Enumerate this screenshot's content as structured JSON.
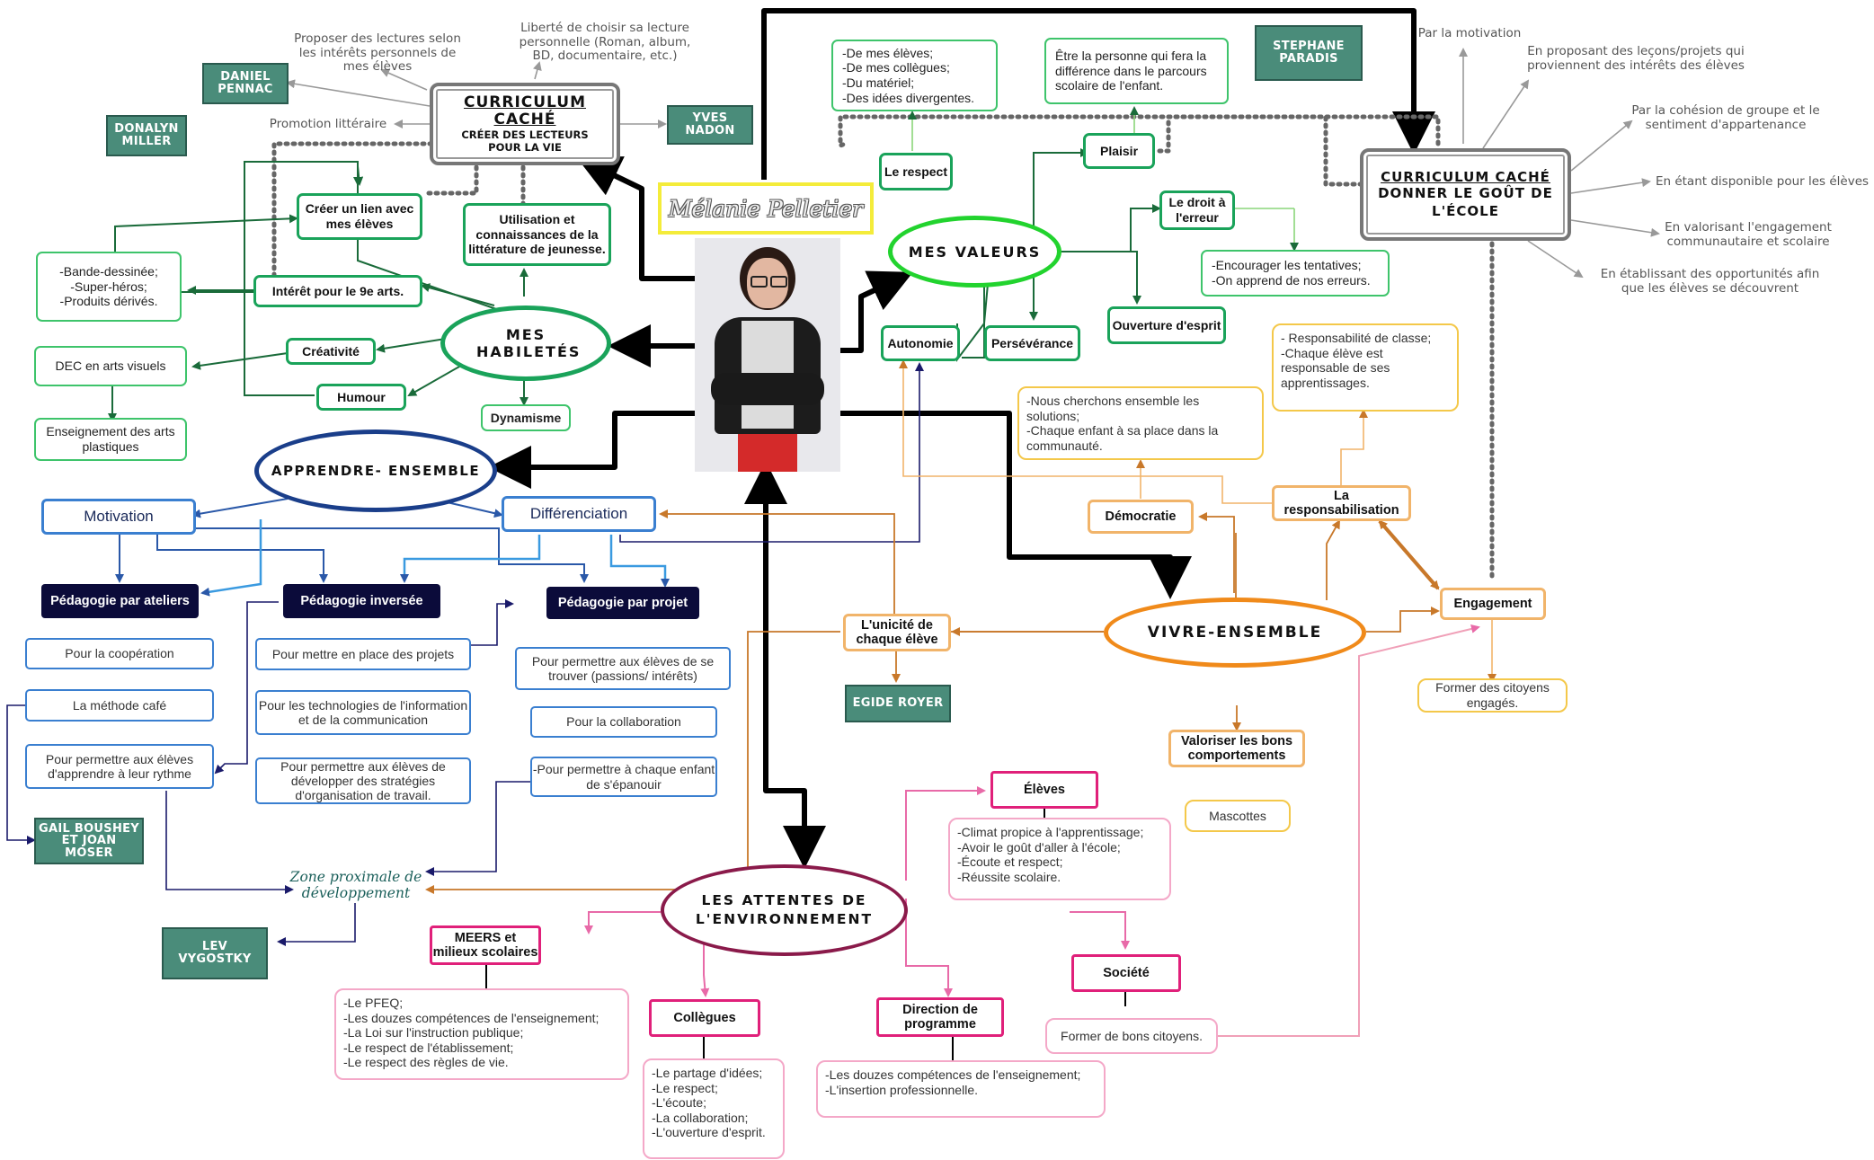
{
  "center": {
    "name": "Mélanie Pelletier"
  },
  "curriculum_cache_1": {
    "title": "CURRICULUM CACHÉ",
    "subtitle": "CRÉER DES LECTEURS POUR LA VIE"
  },
  "curriculum_cache_2": {
    "title": "CURRICULUM CACHÉ",
    "subtitle": "DONNER LE GOÛT DE L'ÉCOLE"
  },
  "labels_top_left": {
    "proposer": "Proposer des lectures selon les intérêts personnels de mes élèves",
    "liberte": "Liberté de choisir sa lecture personnelle (Roman, album, BD, documentaire, etc.)",
    "promotion": "Promotion littéraire"
  },
  "authors": {
    "daniel": "DANIEL PENNAC",
    "donalyn": "DONALYN MILLER",
    "yves": "YVES NADON",
    "stephane": "STEPHANE PARADIS",
    "egide": "EGIDE ROYER",
    "gail": "GAIL BOUSHEY ET JOAN MOSER",
    "lev": "LEV VYGOSTKY"
  },
  "habiletes": {
    "title": "MES HABILETÉS",
    "lien": "Créer un lien avec mes élèves",
    "utilisation": "Utilisation et connaissances de la littérature de jeunesse.",
    "interet": "Intérêt pour le 9e arts.",
    "interet_detail": "-Bande-dessinée;\n-Super-héros;\n-Produits dérivés.",
    "creativite": "Créativité",
    "dec": "DEC en arts visuels",
    "enseignement": "Enseignement des arts plastiques",
    "humour": "Humour",
    "dynamisme": "Dynamisme"
  },
  "valeurs": {
    "title": "MES VALEURS",
    "respect": "Le respect",
    "respect_detail": "-De mes élèves;\n-De mes collègues;\n-Du matériel;\n-Des idées divergentes.",
    "plaisir": "Plaisir",
    "plaisir_detail": "Être la personne qui fera la différence dans le parcours scolaire de l'enfant.",
    "droit": "Le droit à l'erreur",
    "droit_detail": "-Encourager les tentatives;\n-On apprend de nos erreurs.",
    "autonomie": "Autonomie",
    "perseverance": "Persévérance",
    "ouverture": "Ouverture d'esprit"
  },
  "gout_ecole": {
    "motivation": "Par la motivation",
    "lecons": "En proposant des leçons/projets qui proviennent des intérêts des élèves",
    "cohesion": "Par la cohésion de groupe et le sentiment d'appartenance",
    "disponible": "En étant disponible pour les élèves",
    "engagement": "En valorisant l'engagement communautaire et scolaire",
    "opportunites": "En établissant des opportunités afin que les élèves se découvrent"
  },
  "apprendre": {
    "title": "APPRENDRE- ENSEMBLE",
    "motivation": "Motivation",
    "differenciation": "Différenciation",
    "ateliers": "Pédagogie par ateliers",
    "inversee": "Pédagogie inversée",
    "projet": "Pédagogie par projet",
    "cooperation": "Pour la coopération",
    "cafe": "La méthode café",
    "rythme": "Pour permettre aux élèves d'apprendre à leur rythme",
    "projets": "Pour mettre en place des projets",
    "technologies": "Pour les technologies de l'information et de la communication",
    "strategies": "Pour permettre aux élèves de développer des stratégies d'organisation de travail.",
    "passions": "Pour permettre aux élèves de se trouver (passions/ intérêts)",
    "collaboration": "Pour la collaboration",
    "epanouir": "-Pour permettre à chaque enfant de s'épanouir",
    "zone": "Zone proximale de développement"
  },
  "vivre": {
    "title": "VIVRE-ENSEMBLE",
    "democratie": "Démocratie",
    "democratie_detail": "-Nous cherchons ensemble les solutions;\n-Chaque enfant à sa place dans la communauté.",
    "responsabilisation": "La responsabilisation",
    "responsabilisation_detail": "- Responsabilité de classe;\n-Chaque élève est responsable de ses apprentissages.",
    "engagement": "Engagement",
    "citoyens": "Former des citoyens engagés.",
    "unicite": "L'unicité de chaque élève",
    "valoriser": "Valoriser les bons comportements",
    "mascottes": "Mascottes"
  },
  "attentes": {
    "title": "LES ATTENTES DE L'ENVIRONNEMENT",
    "eleves": "Élèves",
    "eleves_detail": "-Climat propice à l'apprentissage;\n-Avoir le goût d'aller à l'école;\n-Écoute et respect;\n-Réussite scolaire.",
    "meers": "MEERS et milieux scolaires",
    "meers_detail": "-Le PFEQ;\n-Les douzes compétences de l'enseignement;\n-La Loi sur l'instruction publique;\n-Le respect de l'établissement;\n-Le respect des règles de vie.",
    "collegues": "Collègues",
    "collegues_detail": "-Le partage d'idées;\n-Le respect;\n-L'écoute;\n-La collaboration;\n-L'ouverture d'esprit.",
    "direction": "Direction de programme",
    "direction_detail": "-Les douzes compétences de l'enseignement;\n-L'insertion professionnelle.",
    "societe": "Société",
    "societe_detail": "Former de bons citoyens."
  }
}
